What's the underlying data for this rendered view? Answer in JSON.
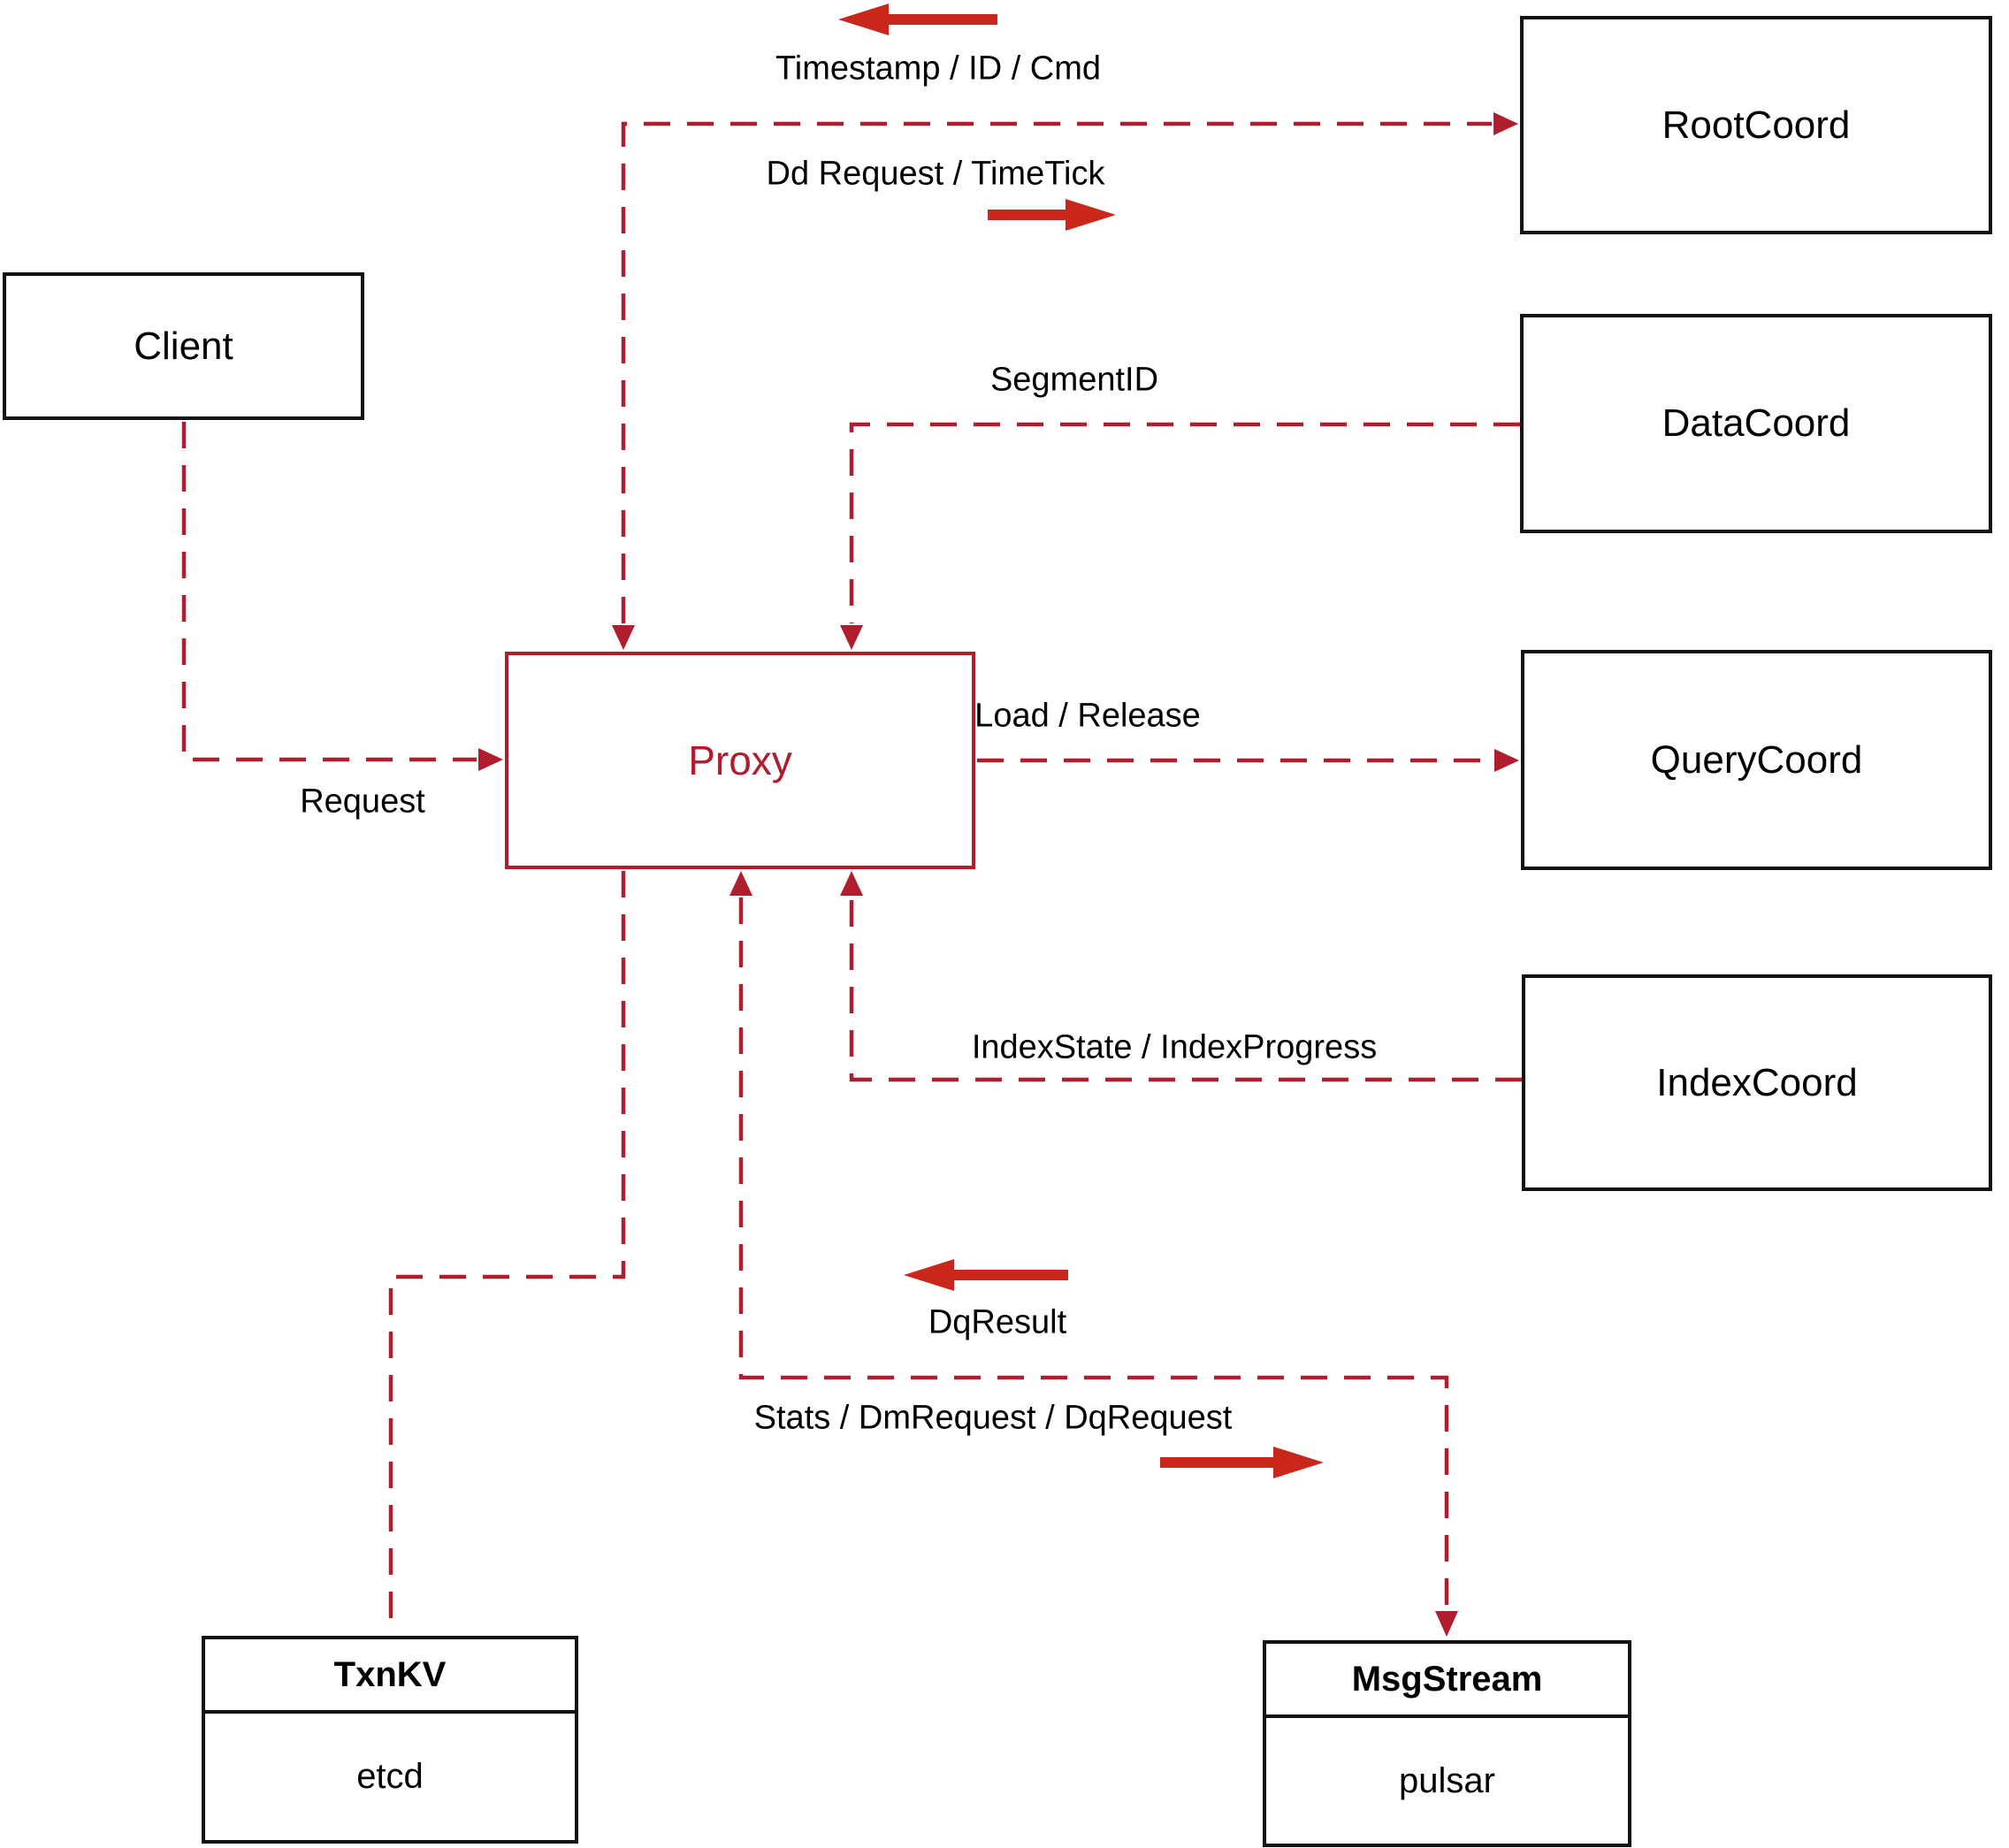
{
  "diagram": {
    "nodes": {
      "client": {
        "label": "Client"
      },
      "root_coord": {
        "label": "RootCoord"
      },
      "data_coord": {
        "label": "DataCoord"
      },
      "query_coord": {
        "label": "QueryCoord"
      },
      "index_coord": {
        "label": "IndexCoord"
      },
      "proxy": {
        "label": "Proxy"
      },
      "txn_kv": {
        "title": "TxnKV",
        "subtitle": "etcd"
      },
      "msg_stream": {
        "title": "MsgStream",
        "subtitle": "pulsar"
      }
    },
    "edge_labels": {
      "timestamp_id_cmd": "Timestamp / ID / Cmd",
      "dd_request_timetick": "Dd Request / TimeTick",
      "segment_id": "SegmentID",
      "load_release": "Load / Release",
      "index_state_progress": "IndexState / IndexProgress",
      "request": "Request",
      "dq_result": "DqResult",
      "stats_dm_dq_request": "Stats / DmRequest / DqRequest"
    },
    "icons": {
      "left_direction": "left-arrow-icon",
      "right_direction": "right-arrow-icon"
    },
    "colors": {
      "line_dashed": "#b01d2e",
      "arrow_solid": "#c9271b",
      "box_border": "#111111",
      "text": "#000000",
      "background": "#ffffff"
    }
  }
}
